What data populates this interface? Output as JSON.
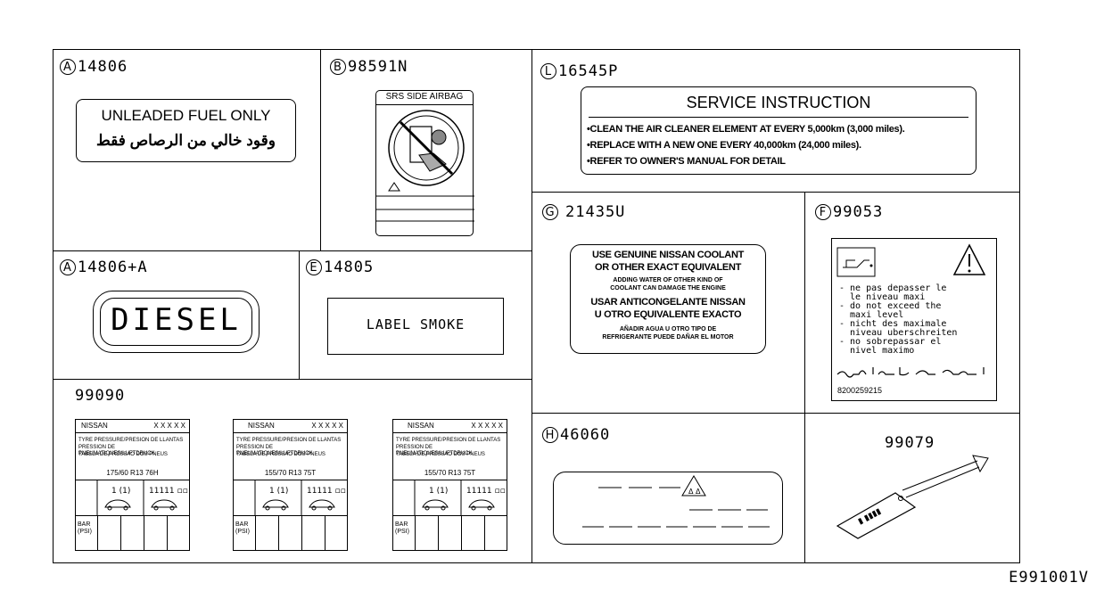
{
  "figure_id": "E991001V",
  "panels": {
    "A": {
      "letter": "A",
      "part": "14806",
      "line1": "UNLEADED FUEL ONLY",
      "line2": "وقود خالي من الرصاص فقط"
    },
    "B": {
      "letter": "B",
      "part": "98591N",
      "header": "SRS SIDE AIRBAG"
    },
    "L": {
      "letter": "L",
      "part": "16545P",
      "title": "SERVICE INSTRUCTION",
      "lines": [
        "•CLEAN THE AIR CLEANER ELEMENT AT EVERY 5,000km (3,000 miles).",
        "•REPLACE WITH A NEW ONE EVERY 40,000km (24,000 miles).",
        "•REFER TO OWNER'S MANUAL FOR DETAIL"
      ]
    },
    "A2": {
      "letter": "A",
      "part": "14806+A",
      "text": "DIESEL"
    },
    "E": {
      "letter": "E",
      "part": "14805",
      "text": "LABEL SMOKE"
    },
    "G": {
      "letter": "G",
      "part": "21435U",
      "l1": "USE GENUINE NISSAN COOLANT",
      "l2": "OR OTHER EXACT EQUIVALENT",
      "s1": "ADDING WATER OF OTHER KIND OF",
      "s2": "COOLANT CAN DAMAGE THE ENGINE",
      "l3": "USAR ANTICONGELANTE NISSAN",
      "l4": "U OTRO EQUIVALENTE EXACTO",
      "s3": "AÑADIR AGUA U OTRO TIPO DE",
      "s4": "REFRIGERANTE PUEDE DAÑAR EL MOTOR"
    },
    "F": {
      "letter": "F",
      "part": "99053",
      "lines": [
        "- ne pas depasser le",
        "  le niveau maxi",
        "- do not exceed the",
        "  maxi level",
        "- nicht des maximale",
        "  niveau uberschreiten",
        "- no sobrepassar el",
        "  nivel maximo"
      ],
      "code": "8200259215"
    },
    "T": {
      "part": "99090",
      "labels": [
        {
          "brand": "NISSAN",
          "marks": "X X X X X",
          "l1": "TYRE PRESSURE/PRESION DE LLANTAS",
          "l2": "PRESSION DE PNEUMATIQUES/LUFTDRUCK",
          "l3": "TABELA DE PRESSAO DOS PNEUS",
          "size": "175/60 R13 76H",
          "unit1": "BAR",
          "unit2": "(PSI)"
        },
        {
          "brand": "NISSAN",
          "marks": "X X X X X",
          "l1": "TYRE PRESSURE/PRESION DE LLANTAS",
          "l2": "PRESSION DE PNEUMATIQUES/LUFTDRUCK",
          "l3": "TABELA DE PRESSAO DOS PNEUS",
          "size": "155/70 R13 75T",
          "unit1": "BAR",
          "unit2": "(PSI)"
        },
        {
          "brand": "NISSAN",
          "marks": "X X X X X",
          "l1": "TYRE PRESSURE/PRESION DE LLANTAS",
          "l2": "PRESSION DE PNEUMATIQUES/LUFTDRUCK",
          "l3": "TABELA DE PRESSAO DOS PNEUS",
          "size": "155/70 R13 75T",
          "unit1": "BAR",
          "unit2": "(PSI)"
        }
      ]
    },
    "H": {
      "letter": "H",
      "part": "46060"
    },
    "X": {
      "part": "99079"
    }
  }
}
